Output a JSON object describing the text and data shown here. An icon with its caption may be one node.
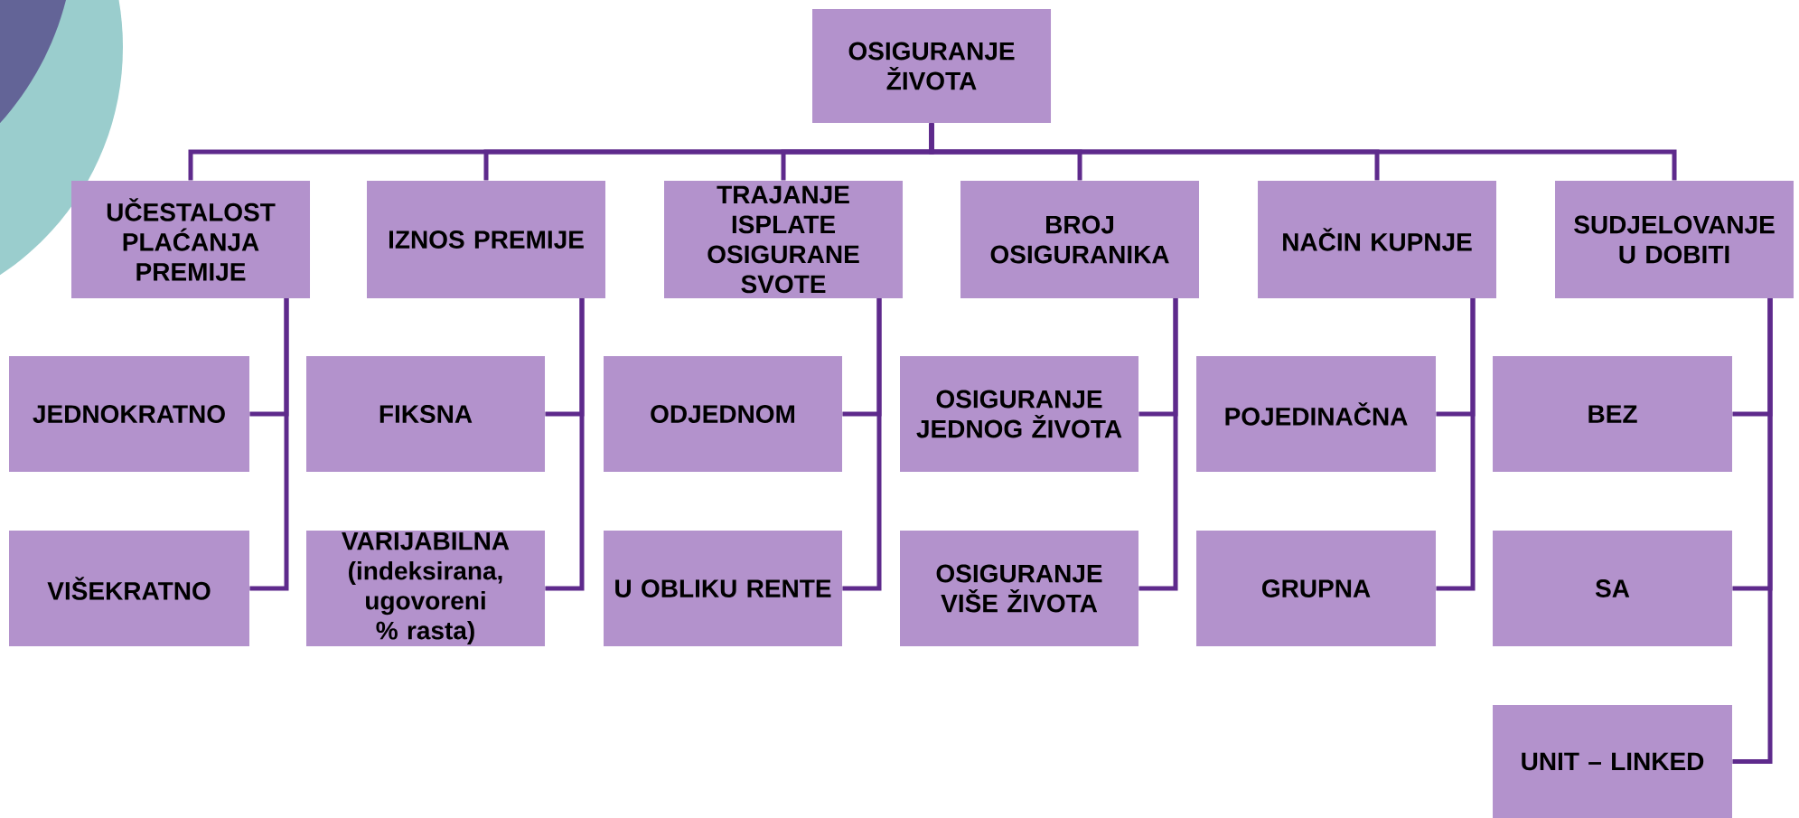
{
  "diagram": {
    "nodes": [
      {
        "text": [
          "OSIGURANJE ŽIVOTA"
        ]
      },
      {
        "text": [
          "UČESTALOST PLAĆANJA PREMIJE"
        ]
      },
      {
        "text": [
          "IZNOS PREMIJE"
        ]
      },
      {
        "text": [
          "TRAJANJE ISPLATE OSIGURANE SVOTE"
        ]
      },
      {
        "text": [
          "BROJ OSIGURANIKA"
        ]
      },
      {
        "text": [
          "NAČIN KUPNJE"
        ]
      },
      {
        "text": [
          "SUDJELOVANJE U DOBITI"
        ]
      },
      {
        "text": [
          "JEDNOKRATNO"
        ]
      },
      {
        "text": [
          "VIŠEKRATNO"
        ]
      },
      {
        "text": [
          "FIKSNA"
        ]
      },
      {
        "text": [
          "VARIJABILNA (indeksirana, ugovoreni % rasta)"
        ]
      },
      {
        "text": [
          "ODJEDNOM"
        ]
      },
      {
        "text": [
          "U OBLIKU RENTE"
        ]
      },
      {
        "text": [
          "OSIGURANJE JEDNOG ŽIVOTA"
        ]
      },
      {
        "text": [
          "OSIGURANJE VIŠE ŽIVOTA"
        ]
      },
      {
        "text": [
          "POJEDINAČNA"
        ]
      },
      {
        "text": [
          "GRUPNA"
        ]
      },
      {
        "text": [
          "BEZ"
        ]
      },
      {
        "text": [
          "SA"
        ]
      },
      {
        "text": [
          "UNIT – LINKED"
        ]
      }
    ],
    "edges": [
      {
        "from": 0,
        "to": 1,
        "arrow": "none"
      },
      {
        "from": 0,
        "to": 2,
        "arrow": "none"
      },
      {
        "from": 0,
        "to": 3,
        "arrow": "none"
      },
      {
        "from": 0,
        "to": 4,
        "arrow": "none"
      },
      {
        "from": 0,
        "to": 5,
        "arrow": "none"
      },
      {
        "from": 0,
        "to": 6,
        "arrow": "none"
      },
      {
        "from": 1,
        "to": 7,
        "arrow": "none"
      },
      {
        "from": 1,
        "to": 8,
        "arrow": "none"
      },
      {
        "from": 2,
        "to": 9,
        "arrow": "none"
      },
      {
        "from": 2,
        "to": 10,
        "arrow": "none"
      },
      {
        "from": 3,
        "to": 11,
        "arrow": "none"
      },
      {
        "from": 3,
        "to": 12,
        "arrow": "none"
      },
      {
        "from": 4,
        "to": 13,
        "arrow": "none"
      },
      {
        "from": 4,
        "to": 14,
        "arrow": "none"
      },
      {
        "from": 5,
        "to": 15,
        "arrow": "none"
      },
      {
        "from": 5,
        "to": 16,
        "arrow": "none"
      },
      {
        "from": 6,
        "to": 17,
        "arrow": "none"
      },
      {
        "from": 6,
        "to": 18,
        "arrow": "none"
      },
      {
        "from": 6,
        "to": 19,
        "arrow": "none"
      }
    ]
  }
}
